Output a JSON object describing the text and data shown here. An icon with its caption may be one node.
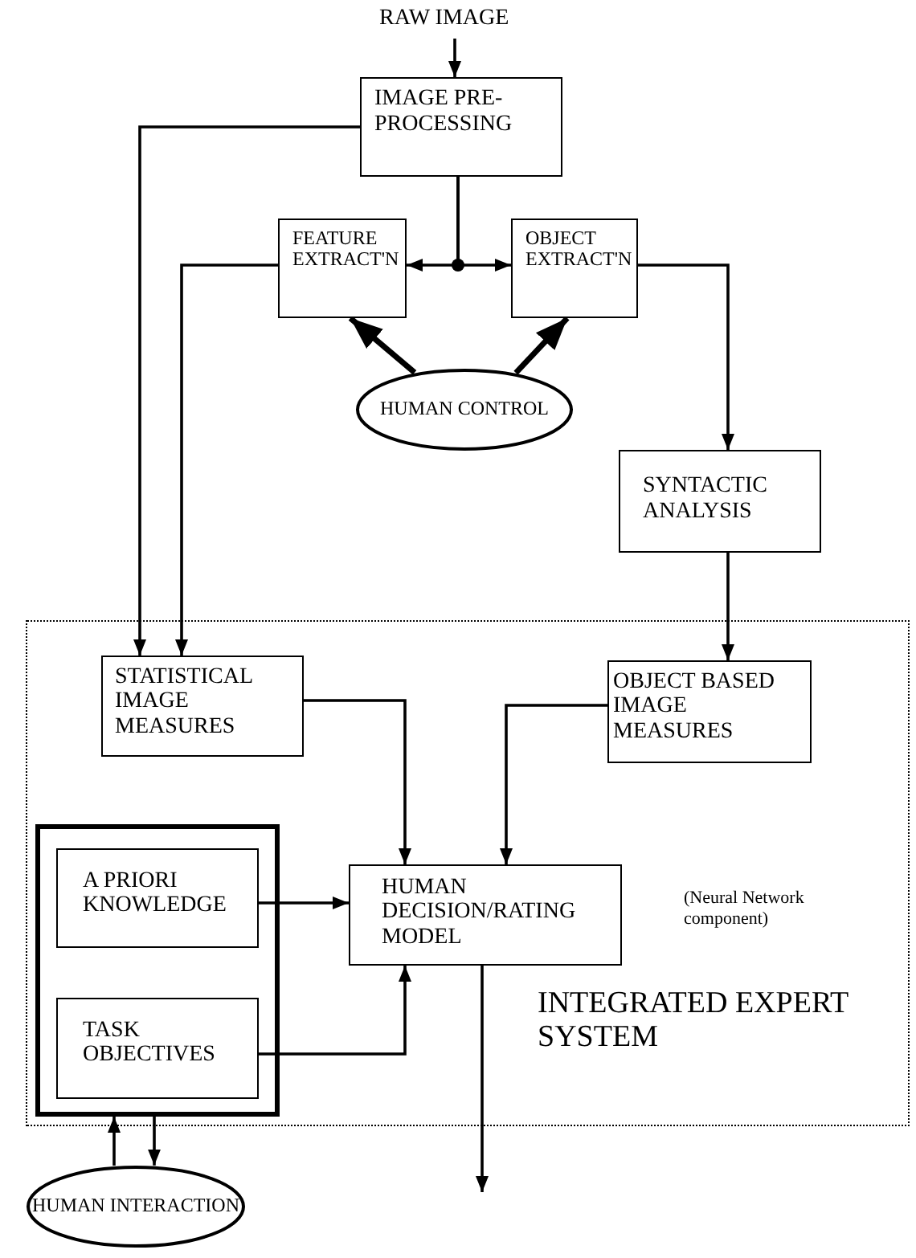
{
  "diagram": {
    "nodes": [
      {
        "text": [
          "RAW IMAGE"
        ]
      },
      {
        "text": [
          "IMAGE PRE- PROCESSING"
        ]
      },
      {
        "text": [
          "FEATURE EXTRACT'N"
        ]
      },
      {
        "text": [
          "OBJECT EXTRACT'N"
        ]
      },
      {
        "text": [
          "HUMAN CONTROL"
        ]
      },
      {
        "text": [
          "SYNTACTIC ANALYSIS"
        ]
      },
      {
        "text": [
          "INTEGRATED EXPERT SYSTEM"
        ]
      },
      {
        "text": [
          "STATISTICAL IMAGE MEASURES"
        ],
        "in": 6
      },
      {
        "text": [
          "OBJECT BASED IMAGE MEASURES"
        ],
        "in": 6
      },
      {
        "text": [],
        "shape": "box",
        "in": 6
      },
      {
        "text": [
          "A PRIORI KNOWLEDGE"
        ],
        "in": 9
      },
      {
        "text": [
          "TASK OBJECTIVES"
        ],
        "in": 9
      },
      {
        "text": [
          "HUMAN DECISION/RATING MODEL"
        ],
        "in": 6,
        "beside": [
          "(Neural Network component)"
        ]
      },
      {
        "text": [
          "HUMAN INTERACTION"
        ]
      }
    ],
    "edges": [
      {
        "from": 0,
        "to": 1,
        "arrow": "to"
      },
      {
        "from": 1,
        "to": 2,
        "arrow": "to"
      },
      {
        "from": 1,
        "to": 3,
        "arrow": "to"
      },
      {
        "from": 1,
        "to": 7,
        "arrow": "to"
      },
      {
        "from": 2,
        "to": 7,
        "arrow": "to"
      },
      {
        "from": 3,
        "to": 5,
        "arrow": "to"
      },
      {
        "from": 4,
        "to": 2,
        "arrow": "to",
        "style": "thick"
      },
      {
        "from": 4,
        "to": 3,
        "arrow": "to",
        "style": "thick"
      },
      {
        "from": 5,
        "to": 8,
        "arrow": "to"
      },
      {
        "from": 7,
        "to": 12,
        "arrow": "to"
      },
      {
        "from": 8,
        "to": 12,
        "arrow": "to"
      },
      {
        "from": 10,
        "to": 12,
        "arrow": "to"
      },
      {
        "from": 11,
        "to": 12,
        "arrow": "to"
      },
      {
        "from": 13,
        "to": 9,
        "arrow": "to"
      },
      {
        "from": 9,
        "to": 13,
        "arrow": "to"
      },
      {
        "from": 12,
        "to": null,
        "arrow": "to"
      }
    ]
  }
}
